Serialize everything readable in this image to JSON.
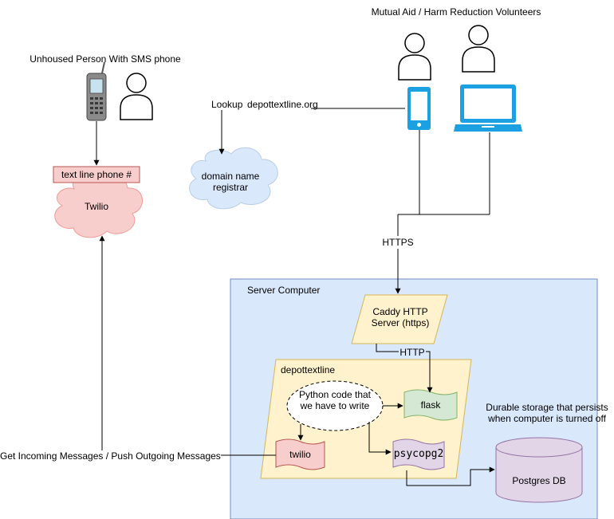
{
  "labels": {
    "volunteers_title": "Mutual Aid / Harm Reduction Volunteers",
    "sms_person_title": "Unhoused Person With SMS phone",
    "lookup": "Lookup",
    "domain": "depottextline.org",
    "domain_registrar": "domain name registrar",
    "text_line_phone": "text line phone #",
    "twilio_cloud": "Twilio",
    "https": "HTTPS",
    "server_computer": "Server Computer",
    "caddy": "Caddy HTTP Server (https)",
    "http": "HTTP",
    "depottextline": "depottextline",
    "python_code": "Python code that we have to write",
    "flask": "flask",
    "twilio_lib": "twilio",
    "psycopg2": "psycopg2",
    "durable_storage": "Durable storage that persists when computer is turned off",
    "postgres": "Postgres DB",
    "incoming_outgoing": "Get Incoming Messages / Push Outgoing Messages"
  },
  "icons": [
    "person-icon",
    "cell-phone-icon",
    "mobile-phone-icon",
    "laptop-icon"
  ],
  "colors": {
    "server_fill": "#dae8fc",
    "server_stroke": "#6c8ebf",
    "app_fill": "#fff2cc",
    "app_stroke": "#d6b656",
    "twilio_fill": "#f8cecc",
    "twilio_stroke": "#b85450",
    "flask_fill": "#d5e8d4",
    "flask_stroke": "#82b366",
    "psycopg_fill": "#e1d5e7",
    "psycopg_stroke": "#9673a6",
    "device_blue": "#1ba1e2"
  }
}
